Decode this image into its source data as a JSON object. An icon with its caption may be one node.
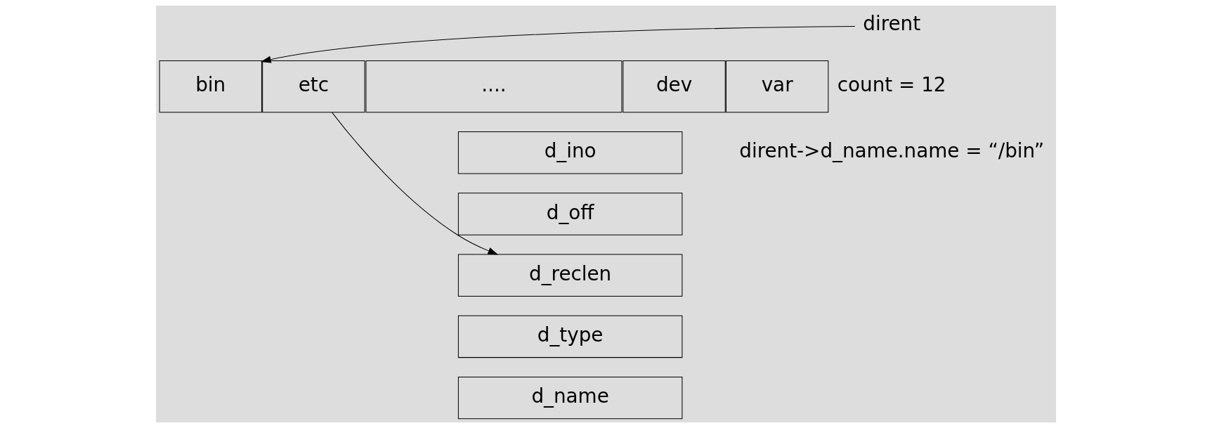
{
  "diagram": {
    "nodes": [
      {
        "text": [
          "bin"
        ]
      },
      {
        "text": [
          "etc"
        ]
      },
      {
        "text": [
          "...."
        ]
      },
      {
        "text": [
          "dev"
        ]
      },
      {
        "text": [
          "var"
        ]
      },
      {
        "text": [
          "dirent"
        ]
      },
      {
        "text": [
          "d_ino"
        ]
      },
      {
        "text": [
          "d_off"
        ]
      },
      {
        "text": [
          "d_reclen"
        ]
      },
      {
        "text": [
          "d_type"
        ]
      },
      {
        "text": [
          "d_name"
        ]
      }
    ],
    "edges": [
      {
        "from": 5,
        "to": 0,
        "arrow": "to"
      },
      {
        "from": 1,
        "to": 8,
        "arrow": "to"
      }
    ],
    "labels": [
      "count = 12",
      "dirent->d_name.name = “/bin”"
    ]
  }
}
